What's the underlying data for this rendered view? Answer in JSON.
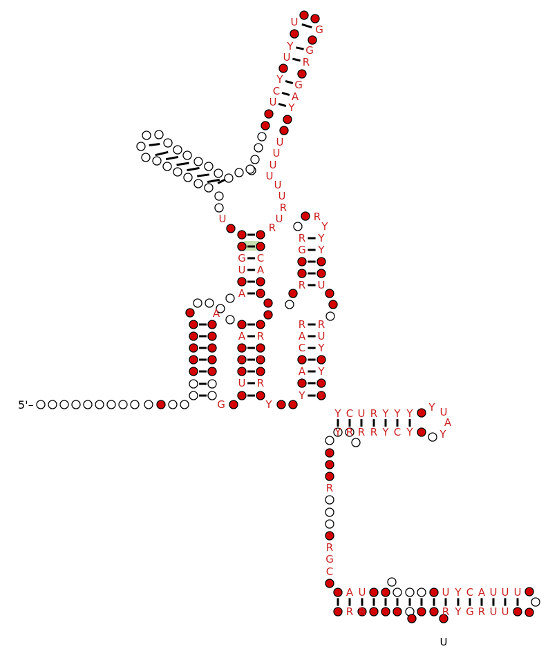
{
  "title": "",
  "five_prime_label": "5'–",
  "colors": {
    "conserved": "#d40000",
    "unconserved": "#ffffff",
    "stroke": "#000000",
    "label": "#cc1f1f",
    "highlight": "#c8e0b0"
  },
  "loop_labels": [
    "U",
    "G",
    "Y",
    "G",
    "U",
    "R",
    "Y",
    "G",
    "C",
    "A",
    "U",
    "Y",
    "U",
    "U",
    "U",
    "U",
    "U",
    "U",
    "R",
    "U",
    "R",
    "U",
    "G",
    "C",
    "U",
    "A",
    "A",
    "U",
    "A",
    "R",
    "A",
    "R",
    "U",
    "R",
    "A",
    "G",
    "Y",
    "R",
    "Y",
    "R",
    "Y",
    "G",
    "Y",
    "R",
    "U",
    "R",
    "R",
    "A",
    "U",
    "C",
    "Y",
    "A",
    "Y",
    "Y",
    "Y",
    "Y",
    "Y",
    "C",
    "R",
    "U",
    "R",
    "R",
    "R",
    "Y",
    "Y",
    "Y",
    "C",
    "Y",
    "Y",
    "Y",
    "U",
    "A",
    "Y",
    "R",
    "R",
    "G",
    "C",
    "A",
    "R",
    "U",
    "R",
    "U",
    "R",
    "Y",
    "Y",
    "C",
    "G",
    "A",
    "R",
    "U",
    "U",
    "U",
    "U",
    "U"
  ],
  "black_labels": [
    "U"
  ]
}
